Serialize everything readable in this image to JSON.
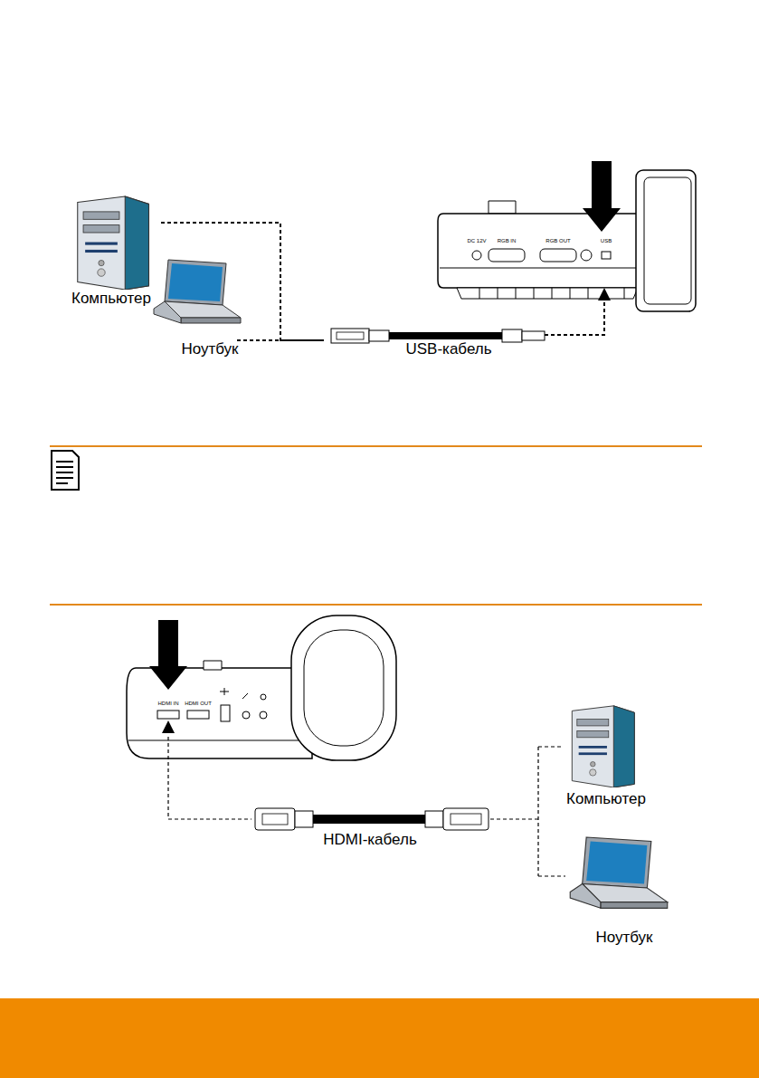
{
  "diagram": {
    "labels": [
      "Компьютер",
      "Ноутбук",
      "USB-кабель",
      "DC 12V",
      "RGB IN",
      "RGB OUT",
      "USB",
      "HDMI IN",
      "HDMI OUT",
      "HDMI-кабель",
      "Компьютер",
      "Ноутбук"
    ]
  }
}
